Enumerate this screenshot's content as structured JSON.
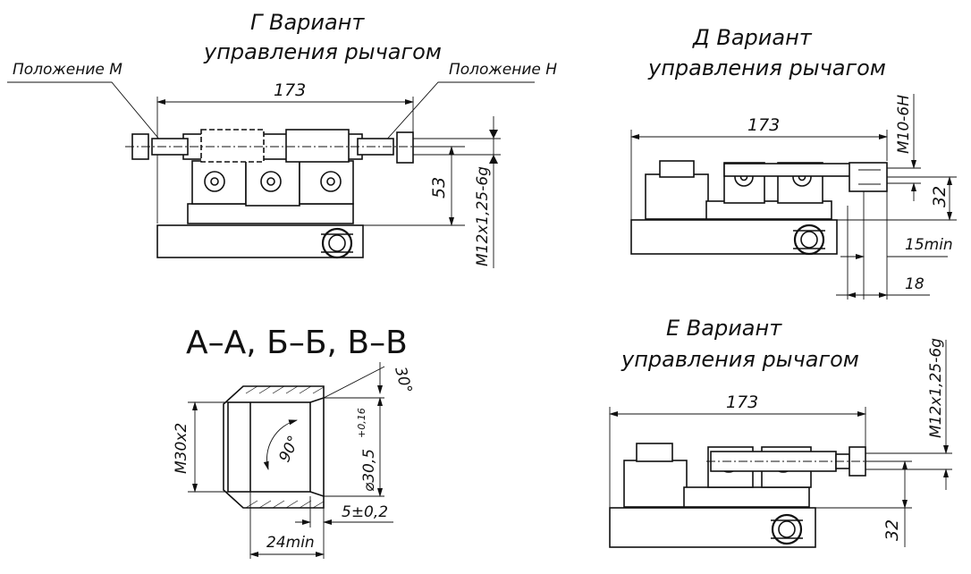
{
  "views": {
    "g": {
      "title_line1": "Г Вариант",
      "title_line2": "управления рычагом",
      "pos_m": "Положение М",
      "pos_n": "Положение Н",
      "dim_width": "173",
      "dim_height": "53",
      "dim_thread": "M12x1,25-6g"
    },
    "d": {
      "title_line1": "Д Вариант",
      "title_line2": "управления рычагом",
      "dim_width": "173",
      "dim_thread": "M10-6H",
      "dim_height": "32",
      "dim_min": "15min",
      "dim_18": "18"
    },
    "e": {
      "title_line1": "Е Вариант",
      "title_line2": "управления рычагом",
      "dim_width": "173",
      "dim_thread": "M12x1,25-6g",
      "dim_height": "32"
    },
    "section": {
      "title": "А–А, Б–Б, В–В",
      "thread": "M30x2",
      "angle_90": "90°",
      "angle_30": "30°",
      "diameter": "⌀30,5",
      "tolerance": "+0,16",
      "dim_5": "5±0,2",
      "dim_24": "24min"
    }
  }
}
